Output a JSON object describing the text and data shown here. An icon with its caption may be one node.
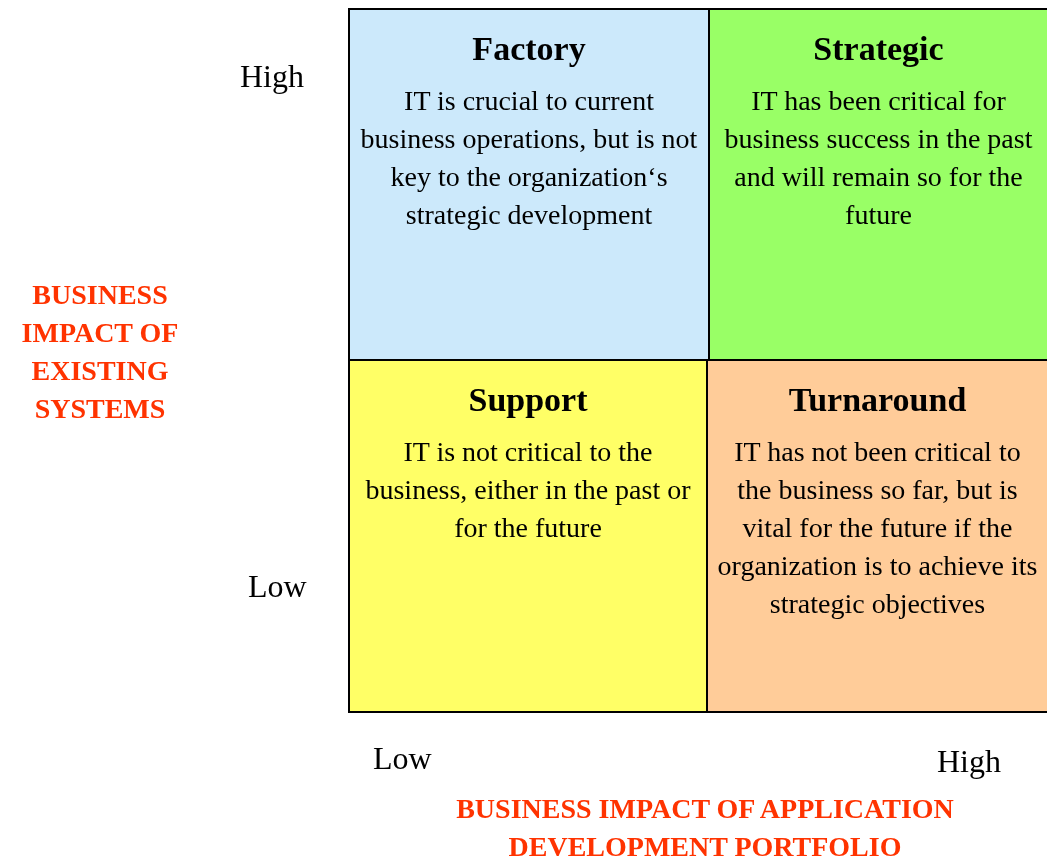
{
  "diagram": {
    "nodes": [
      {
        "text": [
          "Factory",
          "IT is crucial to current business operations, but is not key to the organization‘s strategic development"
        ]
      },
      {
        "text": [
          "Strategic",
          "IT has been critical for business success in the past and will remain so for the future"
        ]
      },
      {
        "text": [
          "Support",
          "IT is not critical to the business, either in the past or for the future"
        ]
      },
      {
        "text": [
          "Turnaround",
          "IT has not been critical to the business so far, but is vital for the future if the organization is to achieve its strategic objectives"
        ]
      }
    ],
    "labels": [
      "High",
      "BUSINESS IMPACT OF EXISTING SYSTEMS",
      "Low",
      "Low",
      "High",
      "BUSINESS IMPACT OF APPLICATION DEVELOPMENT PORTFOLIO"
    ]
  }
}
